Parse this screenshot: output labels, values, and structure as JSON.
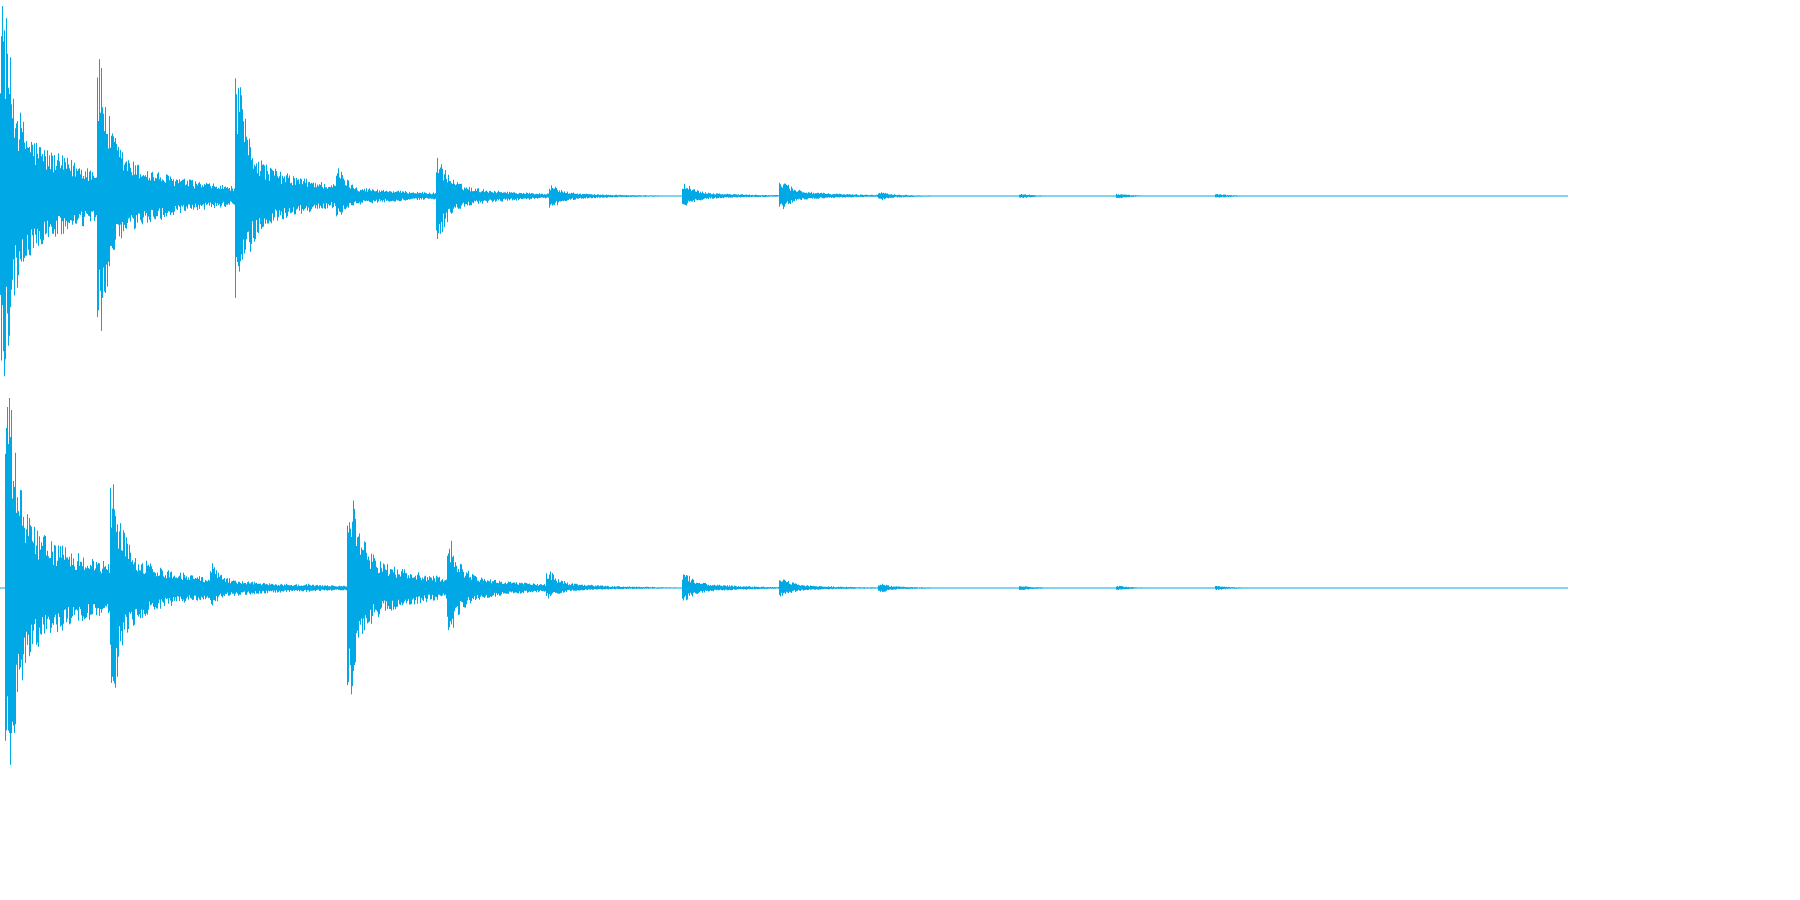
{
  "waveform": {
    "color": "#00a8e6",
    "background": "#ffffff",
    "channels": [
      {
        "name": "",
        "peaks": [
          {
            "t": 0.0,
            "up": 0.96,
            "down": 0.93
          },
          {
            "t": 0.062,
            "up": 0.63,
            "down": 0.64
          },
          {
            "t": 0.15,
            "up": 0.54,
            "down": 0.52
          },
          {
            "t": 0.214,
            "up": 0.13,
            "down": 0.1
          },
          {
            "t": 0.278,
            "up": 0.18,
            "down": 0.2
          },
          {
            "t": 0.35,
            "up": 0.05,
            "down": 0.06
          },
          {
            "t": 0.435,
            "up": 0.06,
            "down": 0.05
          },
          {
            "t": 0.497,
            "up": 0.08,
            "down": 0.06
          },
          {
            "t": 0.56,
            "up": 0.02,
            "down": 0.02
          },
          {
            "t": 0.65,
            "up": 0.01,
            "down": 0.01
          },
          {
            "t": 0.712,
            "up": 0.01,
            "down": 0.01
          },
          {
            "t": 0.775,
            "up": 0.01,
            "down": 0.01
          }
        ]
      },
      {
        "name": "",
        "peaks": [
          {
            "t": 0.003,
            "up": 0.95,
            "down": 0.95
          },
          {
            "t": 0.07,
            "up": 0.5,
            "down": 0.51
          },
          {
            "t": 0.134,
            "up": 0.12,
            "down": 0.08
          },
          {
            "t": 0.195,
            "up": 0.02,
            "down": 0.02
          },
          {
            "t": 0.221,
            "up": 0.49,
            "down": 0.49
          },
          {
            "t": 0.285,
            "up": 0.22,
            "down": 0.22
          },
          {
            "t": 0.348,
            "up": 0.08,
            "down": 0.05
          },
          {
            "t": 0.435,
            "up": 0.07,
            "down": 0.06
          },
          {
            "t": 0.497,
            "up": 0.05,
            "down": 0.04
          },
          {
            "t": 0.56,
            "up": 0.02,
            "down": 0.02
          },
          {
            "t": 0.65,
            "up": 0.01,
            "down": 0.01
          },
          {
            "t": 0.712,
            "up": 0.01,
            "down": 0.01
          },
          {
            "t": 0.775,
            "up": 0.01,
            "down": 0.01
          }
        ]
      }
    ]
  }
}
